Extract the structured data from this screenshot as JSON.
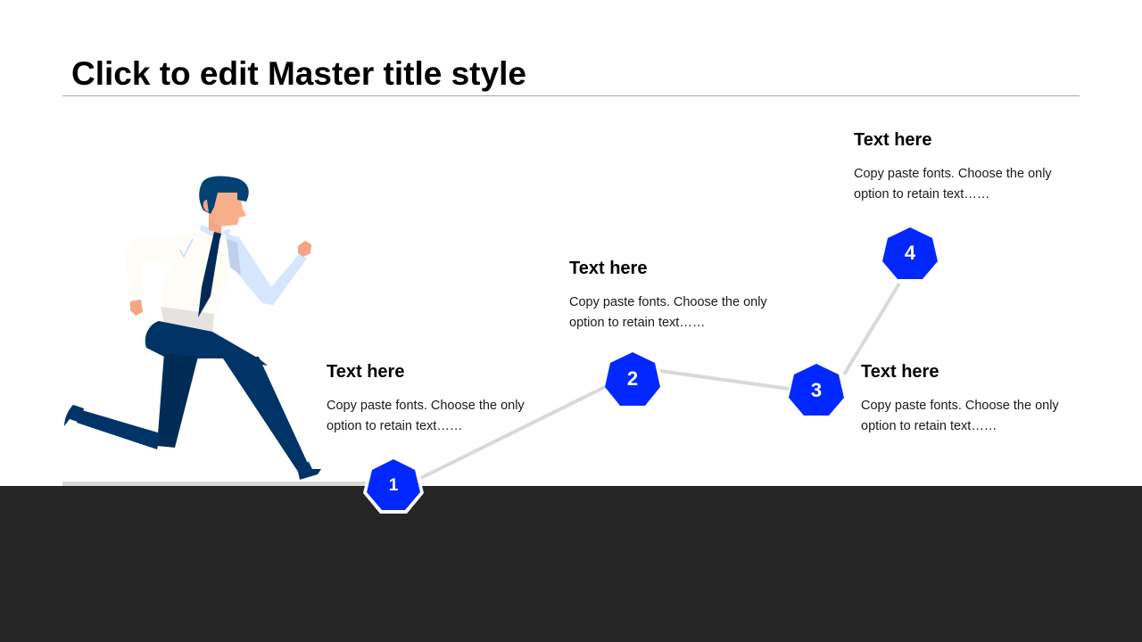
{
  "slide": {
    "title": "Click to edit Master title style"
  },
  "colors": {
    "accent": "#0328ff",
    "connector": "#d9d9d9",
    "footer": "#262626",
    "rule": "#a6a6a6"
  },
  "illustration": {
    "name": "running-businessman"
  },
  "steps": [
    {
      "number": "1",
      "heading": "Text here",
      "body": "Copy paste fonts. Choose the only option to retain text……"
    },
    {
      "number": "2",
      "heading": "Text here",
      "body": "Copy paste fonts. Choose the only option to retain text……"
    },
    {
      "number": "3",
      "heading": "Text here",
      "body": "Copy paste fonts. Choose the only option to retain text……"
    },
    {
      "number": "4",
      "heading": "Text here",
      "body": "Copy paste fonts. Choose the only option to retain text……"
    }
  ]
}
